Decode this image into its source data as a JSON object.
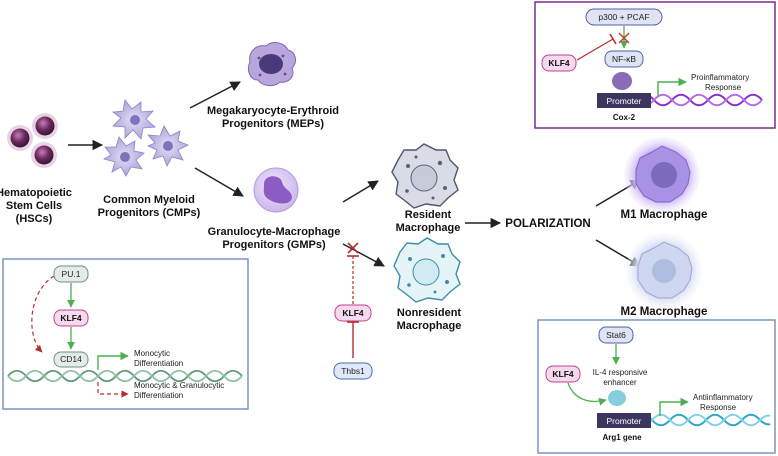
{
  "colors": {
    "panel_purple": "#7b2d8e",
    "panel_blue": "#7a93c9",
    "klf4_fill": "#f5d9ec",
    "klf4_stroke": "#c2408f",
    "green_arrow": "#4caf50",
    "red_inhibit": "#b03030",
    "promoter": "#3b3560",
    "dna_purple": "#8a2ed0",
    "dna_teal": "#2aa7c9",
    "dna_green": "#5e9a78"
  },
  "stages": {
    "hsc": {
      "line1": "Hematopoietic",
      "line2": "Stem Cells",
      "line3": "(HSCs)"
    },
    "cmp": {
      "line1": "Common Myeloid",
      "line2": "Progenitors (CMPs)"
    },
    "mep": {
      "line1": "Megakaryocyte-Erythroid",
      "line2": "Progenitors (MEPs)"
    },
    "gmp": {
      "line1": "Granulocyte-Macrophage",
      "line2": "Progenitors (GMPs)"
    },
    "resident": {
      "line1": "Resident",
      "line2": "Macrophage"
    },
    "nonresident": {
      "line1": "Nonresident",
      "line2": "Macrophage"
    },
    "polarization": "POLARIZATION",
    "m1": "M1 Macrophage",
    "m2": "M2 Macrophage"
  },
  "center": {
    "klf4": "KLF4",
    "thbs1": "Thbs1"
  },
  "panel_m1": {
    "p300": "p300 + PCAF",
    "klf4": "KLF4",
    "nfkb": "NF-κB",
    "promoter": "Promoter",
    "gene": "Cox-2",
    "response_line1": "Proinflammatory",
    "response_line2": "Response"
  },
  "panel_left": {
    "pu1": "PU.1",
    "klf4": "KLF4",
    "cd14": "CD14",
    "mono_line1": "Monocytic",
    "mono_line2": "Differentiation",
    "mg_line1": "Monocytic & Granulocytic",
    "mg_line2": "Differentiation"
  },
  "panel_m2": {
    "stat6": "Stat6",
    "klf4": "KLF4",
    "il4_line1": "IL-4 responsive",
    "il4_line2": "enhancer",
    "promoter": "Promoter",
    "gene": "Arg1 gene",
    "response_line1": "Antiinflammatory",
    "response_line2": "Response"
  }
}
